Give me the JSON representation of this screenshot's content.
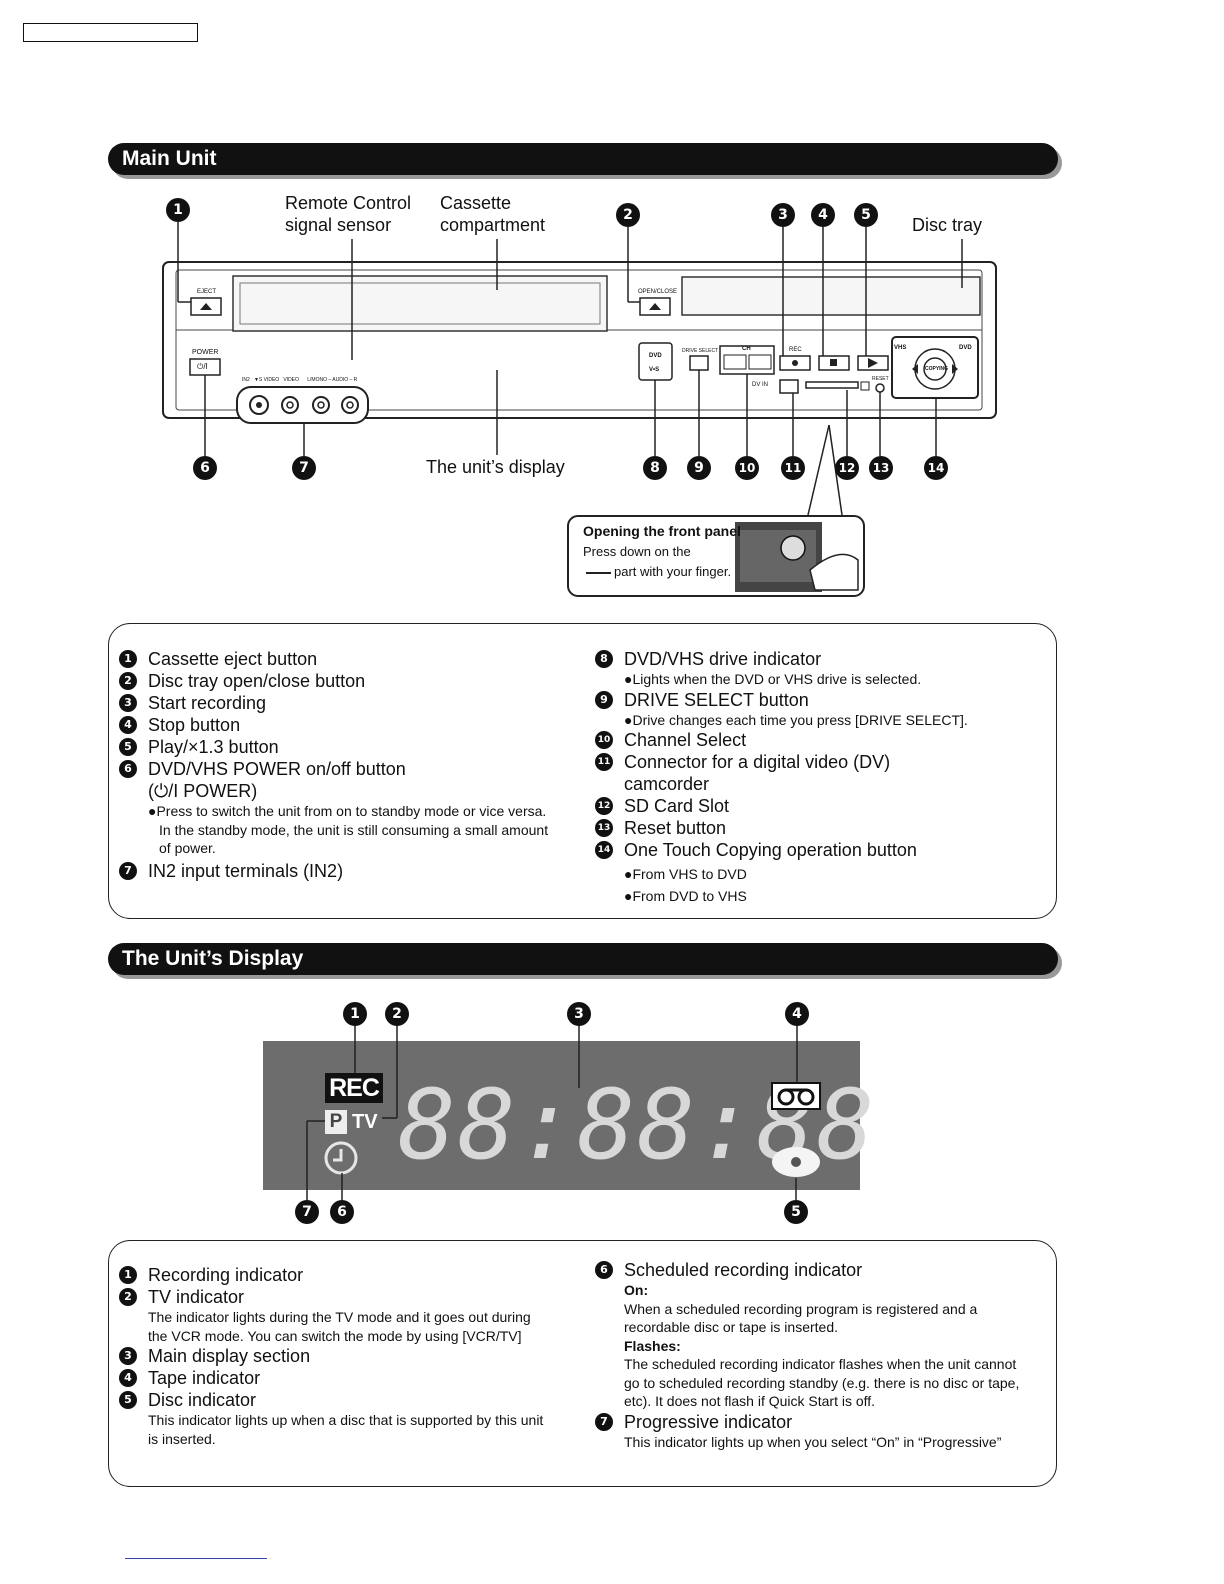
{
  "main_unit": {
    "title": "Main Unit",
    "labels": {
      "remote_sensor": "Remote Control\nsignal sensor",
      "cassette": "Cassette\ncompartment",
      "disc_tray": "Disc tray",
      "unit_display": "The unit’s display"
    },
    "panel_text": {
      "eject": "EJECT",
      "open_close": "OPEN/CLOSE",
      "power": "POWER",
      "power_symbol": "⏻/I",
      "inputs": "IN2   ▼S VIDEO   VIDEO      L/MONO – AUDIO – R",
      "dvd": "DVD",
      "vs": "V•S",
      "drive_select": "DRIVE SELECT",
      "ch": "CH",
      "rec": "REC",
      "vhs": "VHS",
      "dvd2": "DVD",
      "copying": "COPYING",
      "reset": "RESET",
      "dv_in": "DV IN"
    },
    "front_panel_inset": {
      "heading": "Opening the front panel",
      "line1": "Press down on the",
      "line2": "part with your finger."
    },
    "callouts": [
      "1",
      "2",
      "3",
      "4",
      "5",
      "6",
      "7",
      "8",
      "9",
      "10",
      "11",
      "12",
      "13",
      "14"
    ],
    "items_left": [
      {
        "n": "1",
        "text": "Cassette eject button"
      },
      {
        "n": "2",
        "text": "Disc tray open/close button"
      },
      {
        "n": "3",
        "text": "Start recording"
      },
      {
        "n": "4",
        "text": "Stop button"
      },
      {
        "n": "5",
        "text": "Play/×1.3 button"
      },
      {
        "n": "6",
        "text": "DVD/VHS POWER on/off button"
      }
    ],
    "item6_line2": "(⏻/I POWER)",
    "item6_notes": [
      "●Press to switch the unit from on to standby mode or vice versa.",
      "In the standby mode, the unit is still consuming a small amount",
      "of power."
    ],
    "item7": {
      "n": "7",
      "text": "IN2 input terminals (IN2)"
    },
    "item8": {
      "n": "8",
      "text": "DVD/VHS drive indicator"
    },
    "item8_note": "●Lights when the DVD or VHS drive is selected.",
    "item9": {
      "n": "9",
      "text": "DRIVE SELECT button"
    },
    "item9_note": "●Drive changes each time you press [DRIVE SELECT].",
    "item10": {
      "n": "10",
      "text": "Channel Select"
    },
    "item11": {
      "n": "11",
      "text": "Connector for a digital video (DV)"
    },
    "item11_line2": "camcorder",
    "item12": {
      "n": "12",
      "text": "SD Card Slot"
    },
    "item13": {
      "n": "13",
      "text": "Reset button"
    },
    "item14": {
      "n": "14",
      "text": "One Touch Copying operation button"
    },
    "item14_notes": [
      "●From VHS to DVD",
      "●From DVD to VHS"
    ]
  },
  "unit_display": {
    "title": "The Unit’s Display",
    "rec_badge": "REC",
    "p_badge": "P",
    "tv_text": "TV",
    "segments": "88:88:88",
    "callouts": [
      "1",
      "2",
      "3",
      "4",
      "5",
      "6",
      "7"
    ],
    "item1": {
      "n": "1",
      "text": "Recording indicator"
    },
    "item2": {
      "n": "2",
      "text": "TV indicator"
    },
    "item2_notes": [
      "The indicator lights during the TV mode and it goes out during",
      "the VCR mode. You can switch the mode by using [VCR/TV]"
    ],
    "item3": {
      "n": "3",
      "text": "Main display section"
    },
    "item4": {
      "n": "4",
      "text": "Tape indicator"
    },
    "item5": {
      "n": "5",
      "text": "Disc indicator"
    },
    "item5_notes": [
      "This indicator lights up when a disc that is supported by this unit",
      "is inserted."
    ],
    "item6": {
      "n": "6",
      "text": "Scheduled recording indicator"
    },
    "item6_on": "On:",
    "item6_on_notes": [
      "When a scheduled recording program is registered and a",
      "recordable disc or tape is inserted."
    ],
    "item6_flashes": "Flashes:",
    "item6_flashes_notes": [
      "The scheduled recording indicator flashes when the unit cannot",
      "go to scheduled recording standby (e.g. there is no disc or tape,",
      "etc). It does not flash if Quick Start is off."
    ],
    "item7": {
      "n": "7",
      "text": "Progressive indicator"
    },
    "item7_note": "This indicator lights up when you select “On” in “Progressive”"
  },
  "colors": {
    "ink": "#111111",
    "panel": "#6d6d6d",
    "display_segment": "#d8d8d8"
  }
}
